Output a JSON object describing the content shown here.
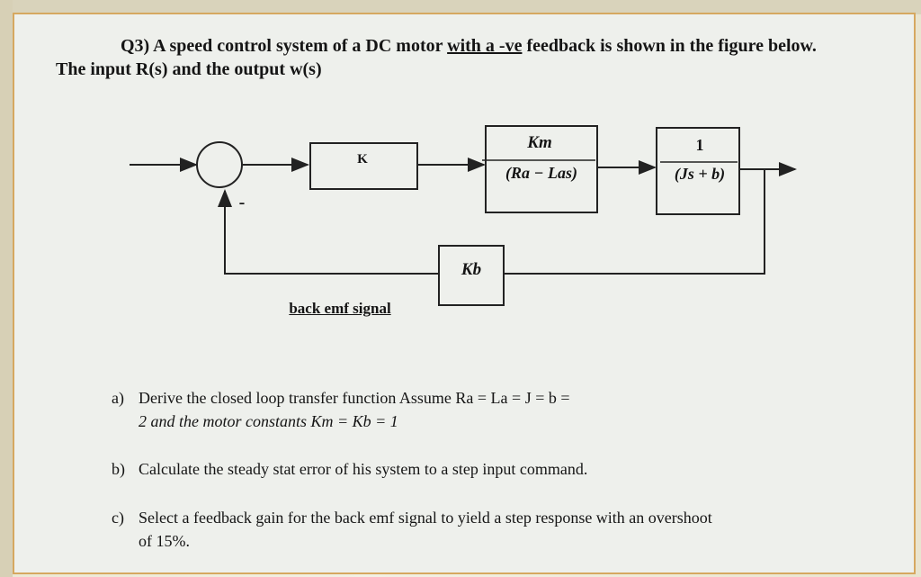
{
  "question": {
    "prefix": "Q3) A speed control system of a DC motor ",
    "underlined": "with a -ve",
    "suffix": " feedback is shown in the figure below. The input R(s) and the output w(s)"
  },
  "diagram": {
    "gain_block": "K",
    "motor_block_num": "Km",
    "motor_block_den": "(Ra − Las)",
    "load_block_num": "1",
    "load_block_den": "(Js + b)",
    "feedback_block": "Kb",
    "minus_sign": "-",
    "feedback_caption": "back emf signal"
  },
  "parts": [
    {
      "mark": "a)",
      "line1": "Derive the closed loop transfer function Assume Ra = La = J = b =",
      "line2": "2  and the motor constants Km = Kb = 1"
    },
    {
      "mark": "b)",
      "line1": "Calculate the steady stat error of his system to a step input command."
    },
    {
      "mark": "c)",
      "line1": "Select a feedback gain for the back emf signal to yield a step response with an overshoot",
      "line2": "of 15%."
    }
  ]
}
